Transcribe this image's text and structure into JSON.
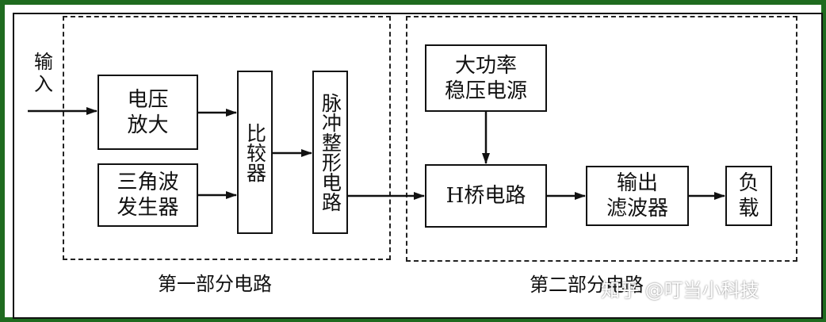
{
  "diagram": {
    "input_label": "输\n入",
    "part1_label": "第一部分电路",
    "part2_label": "第二部分电路",
    "boxes": {
      "voltage_amp": "电压\n放大",
      "triangle_gen": "三角波\n发生器",
      "comparator": "比较器",
      "pulse_shaper": "脉冲整形电路",
      "power_supply": "大功率\n稳压电源",
      "h_bridge": "H桥电路",
      "output_filter": "输出\n滤波器",
      "load": "负\n载"
    }
  },
  "watermark": "知乎 @叮当小科技",
  "colors": {
    "border": "#1f6b1f",
    "line": "#111111"
  }
}
